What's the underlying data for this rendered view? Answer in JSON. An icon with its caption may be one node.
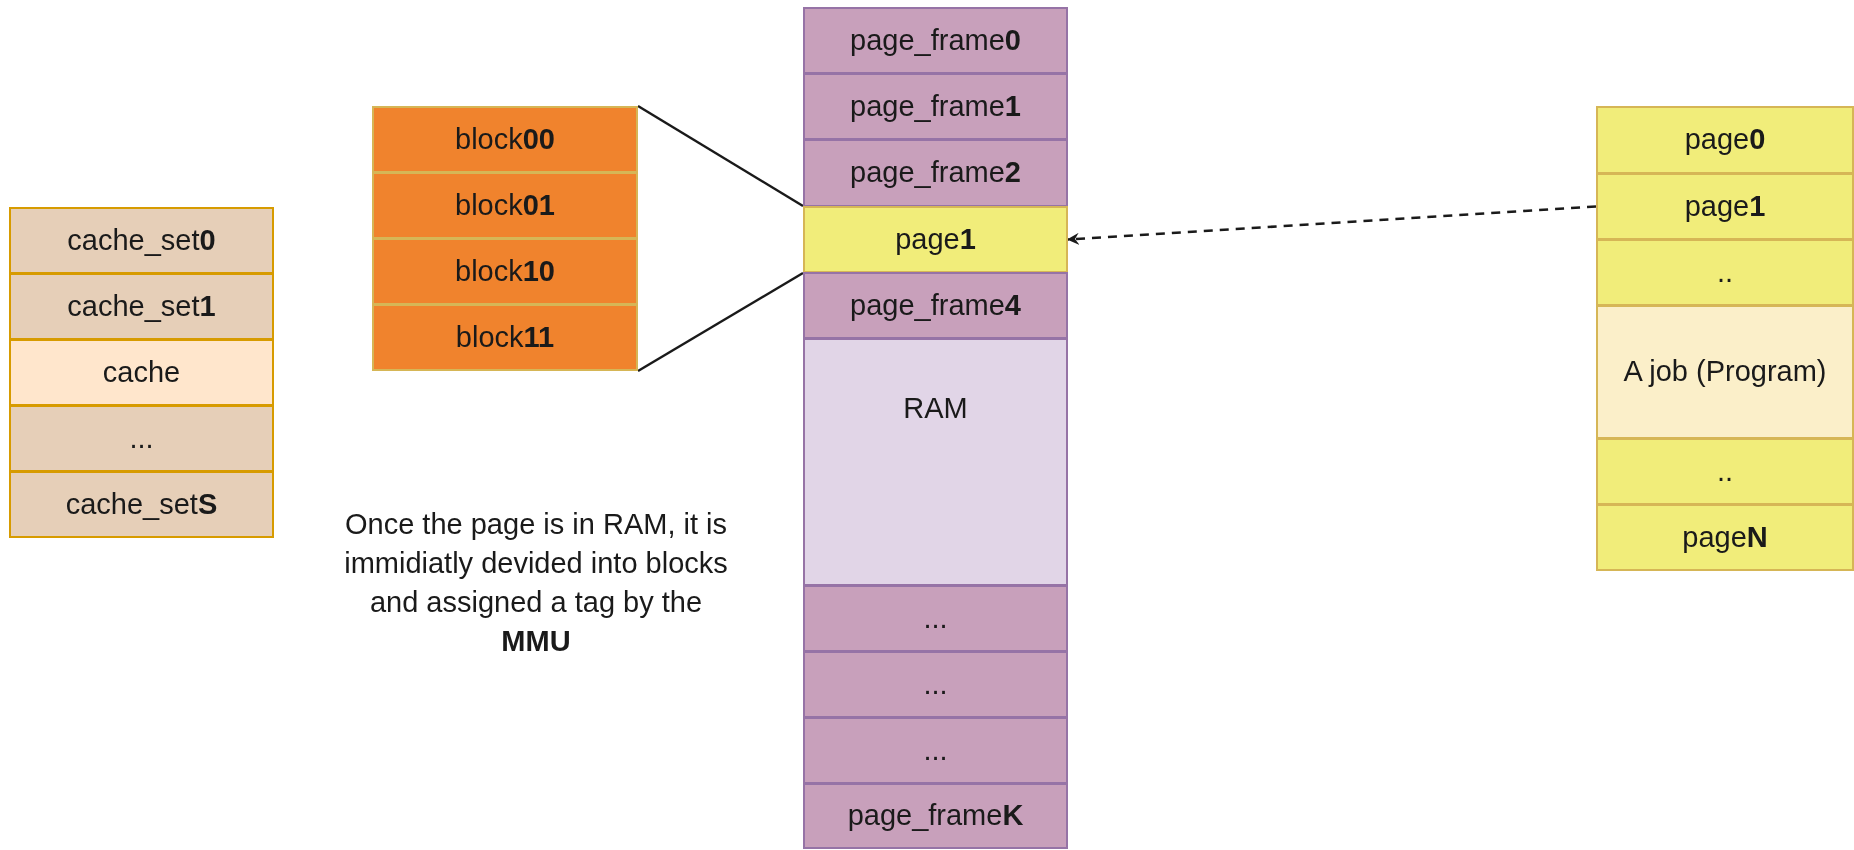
{
  "diagram": {
    "nodes": [
      {
        "text": [
          "cache_set**0**"
        ]
      },
      {
        "text": [
          "cache_set**1**"
        ]
      },
      {
        "text": [
          "cache"
        ]
      },
      {
        "text": [
          "..."
        ]
      },
      {
        "text": [
          "cache_set**S**"
        ]
      },
      {
        "text": [
          "block**00**"
        ]
      },
      {
        "text": [
          "block**01**"
        ]
      },
      {
        "text": [
          "block**10**"
        ]
      },
      {
        "text": [
          "block**11**"
        ]
      },
      {
        "text": [
          "page_frame**0**"
        ]
      },
      {
        "text": [
          "page_frame**1**"
        ]
      },
      {
        "text": [
          "page_frame**2**"
        ]
      },
      {
        "text": [
          "page**1**"
        ]
      },
      {
        "text": [
          "page_frame**4**"
        ]
      },
      {
        "text": [
          "RAM"
        ]
      },
      {
        "text": [
          "..."
        ]
      },
      {
        "text": [
          "..."
        ]
      },
      {
        "text": [
          "..."
        ]
      },
      {
        "text": [
          "page_frame**K**"
        ]
      },
      {
        "text": [
          "page**0**"
        ]
      },
      {
        "text": [
          "page**1**"
        ]
      },
      {
        "text": [
          ".."
        ]
      },
      {
        "text": [
          "A job (Program)"
        ]
      },
      {
        "text": [
          ".."
        ]
      },
      {
        "text": [
          "page**N**"
        ]
      }
    ],
    "edges": [
      {
        "from": 5,
        "to": 12,
        "arrow": "none"
      },
      {
        "from": 8,
        "to": 12,
        "arrow": "none"
      },
      {
        "from": 20,
        "to": 12,
        "arrow": "to",
        "style": "dashed"
      }
    ],
    "labels": [
      "Once the page is in RAM, it is immidiatly devided into blocks and assigned a tag by the **MMU**"
    ]
  }
}
